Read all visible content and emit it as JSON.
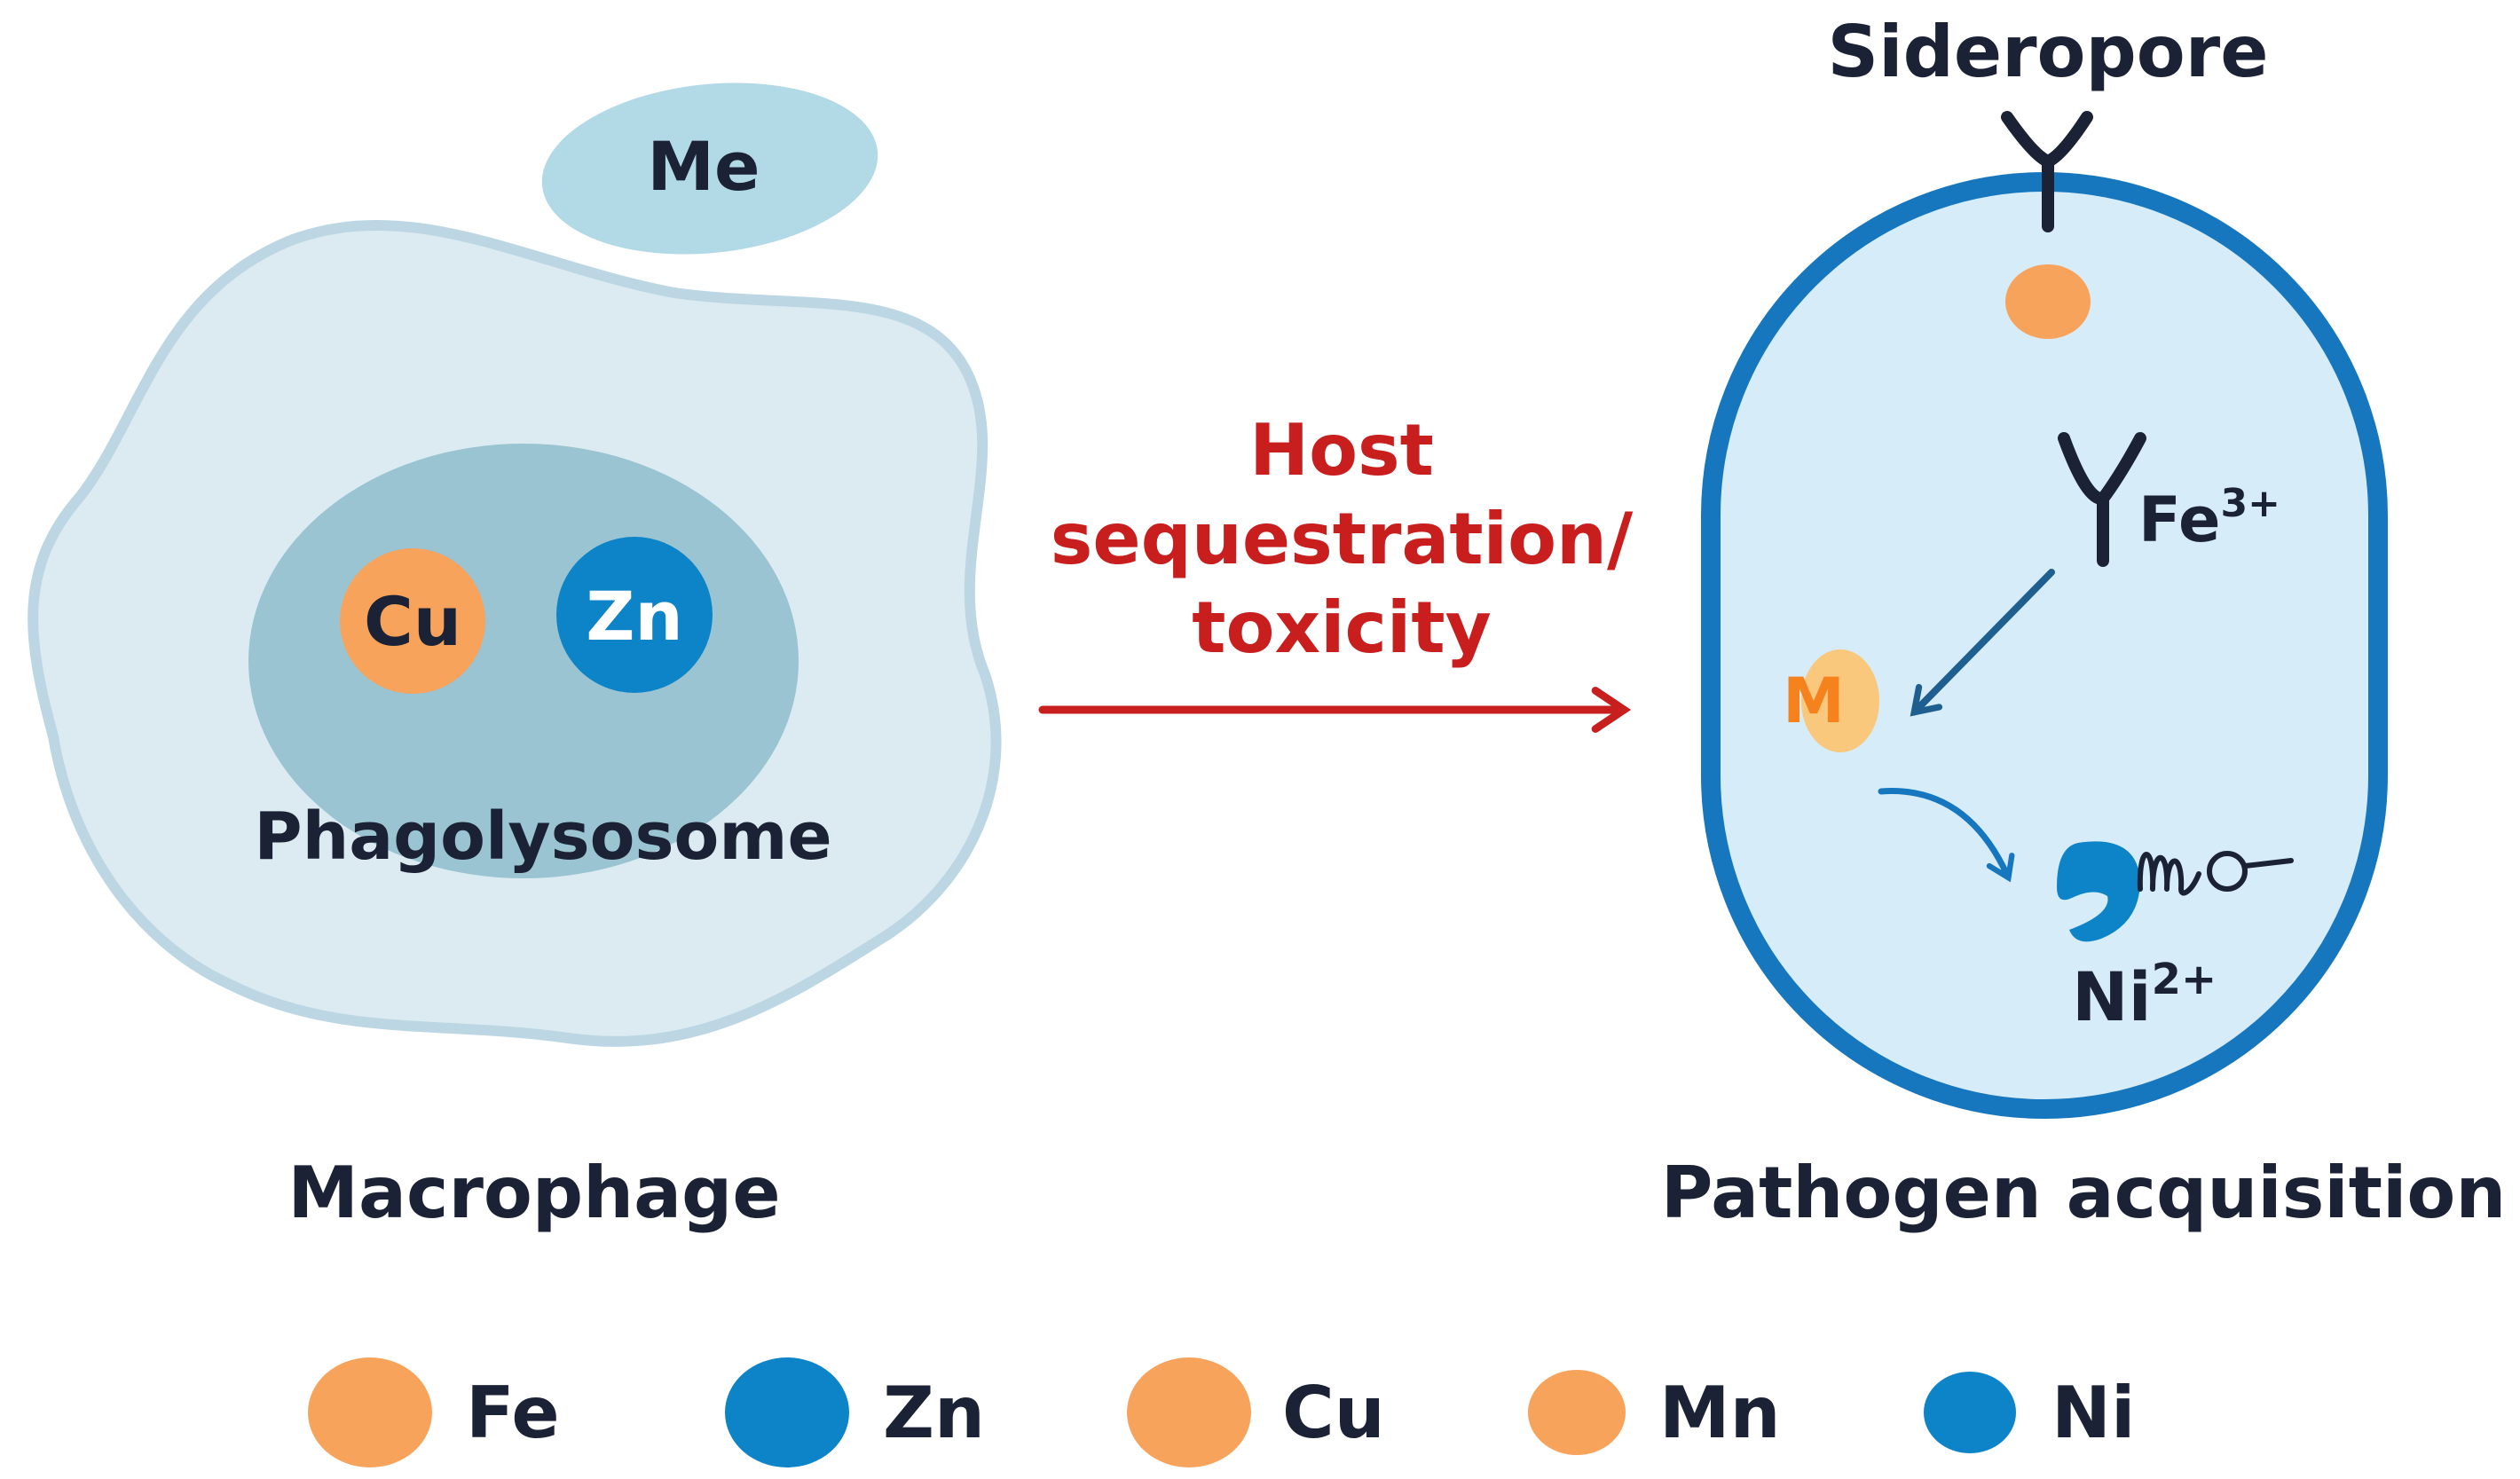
{
  "labels": {
    "me": "Me",
    "cu": "Cu",
    "zn": "Zn",
    "phagolysosome": "Phagolysosome",
    "macrophage": "Macrophage",
    "host_line1": "Host",
    "host_line2": "sequestration/",
    "host_line3": "toxicity",
    "sideropore": "Sideropore",
    "fe3": "Fe",
    "fe3_charge": "3+",
    "m": "M",
    "ni2": "Ni",
    "ni2_charge": "2+",
    "pathogen_acquisition": "Pathogen acquisition"
  },
  "legend": [
    {
      "label": "Fe",
      "color": "#f7a35c"
    },
    {
      "label": "Zn",
      "color": "#0e84c8"
    },
    {
      "label": "Cu",
      "color": "#f7a35c"
    },
    {
      "label": "Mn",
      "color": "#f7a35c"
    },
    {
      "label": "Ni",
      "color": "#0e84c8"
    }
  ],
  "colors": {
    "orange": "#f7a35c",
    "blue": "#0e84c8",
    "red": "#c81e1e",
    "navy": "#1b2235",
    "macrophage_fill": "#dcebf2",
    "macrophage_stroke": "#bcd7e3",
    "phagolysosome_fill": "#9ac4d1",
    "me_fill": "#b1d9e6",
    "pathogen_fill": "#d6ecf8",
    "pathogen_stroke": "#1777be",
    "arrow_blue": "#1f5f8f"
  }
}
